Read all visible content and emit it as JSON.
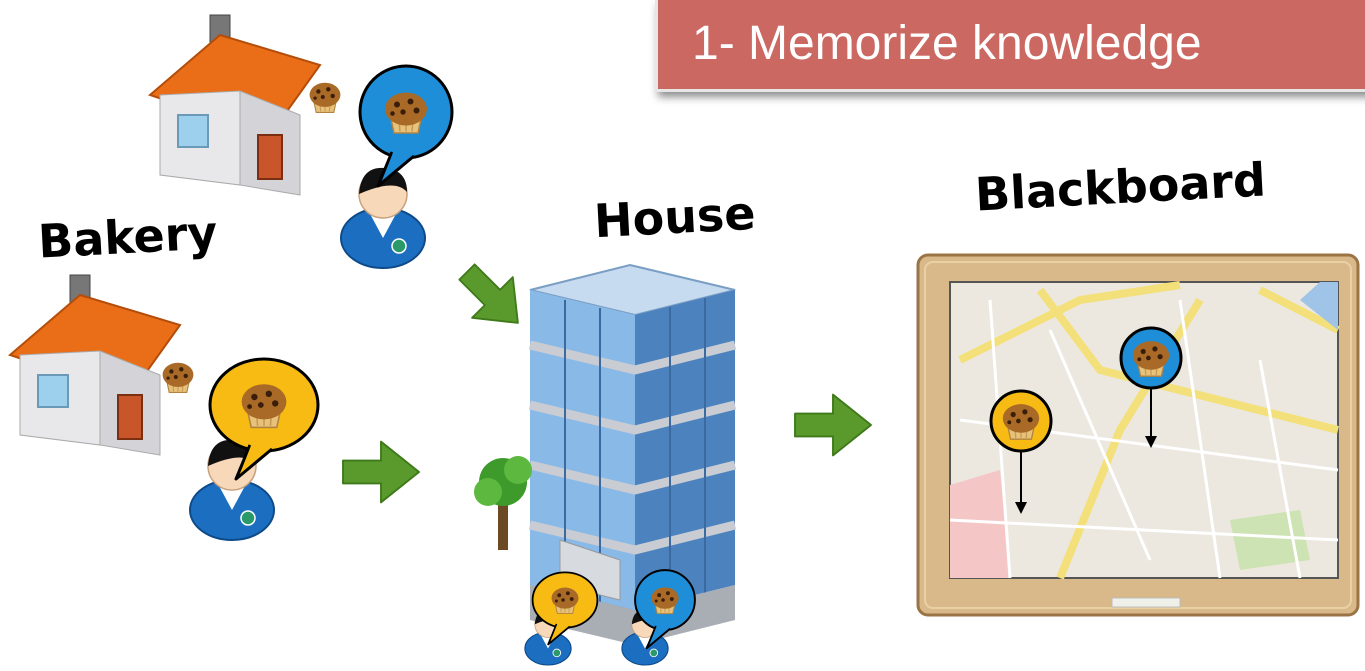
{
  "banner": {
    "text": "1- Memorize knowledge"
  },
  "labels": {
    "bakery": "Bakery",
    "house": "House",
    "blackboard": "Blackboard"
  },
  "colors": {
    "banner": "#cb6862",
    "blue_bubble": "#1e8ed8",
    "yellow_bubble": "#f7bb14",
    "arrow": "#5a9a2c",
    "roof": "#ea6e17",
    "building": "#6ea8dc",
    "frame": "#d9b989"
  },
  "icons": [
    "house-icon",
    "baker-avatar-icon",
    "muffin-icon",
    "speech-bubble-icon",
    "office-building-icon",
    "tree-icon",
    "arrow-right-icon",
    "map-icon",
    "map-pin-icon",
    "chalkboard-icon"
  ]
}
